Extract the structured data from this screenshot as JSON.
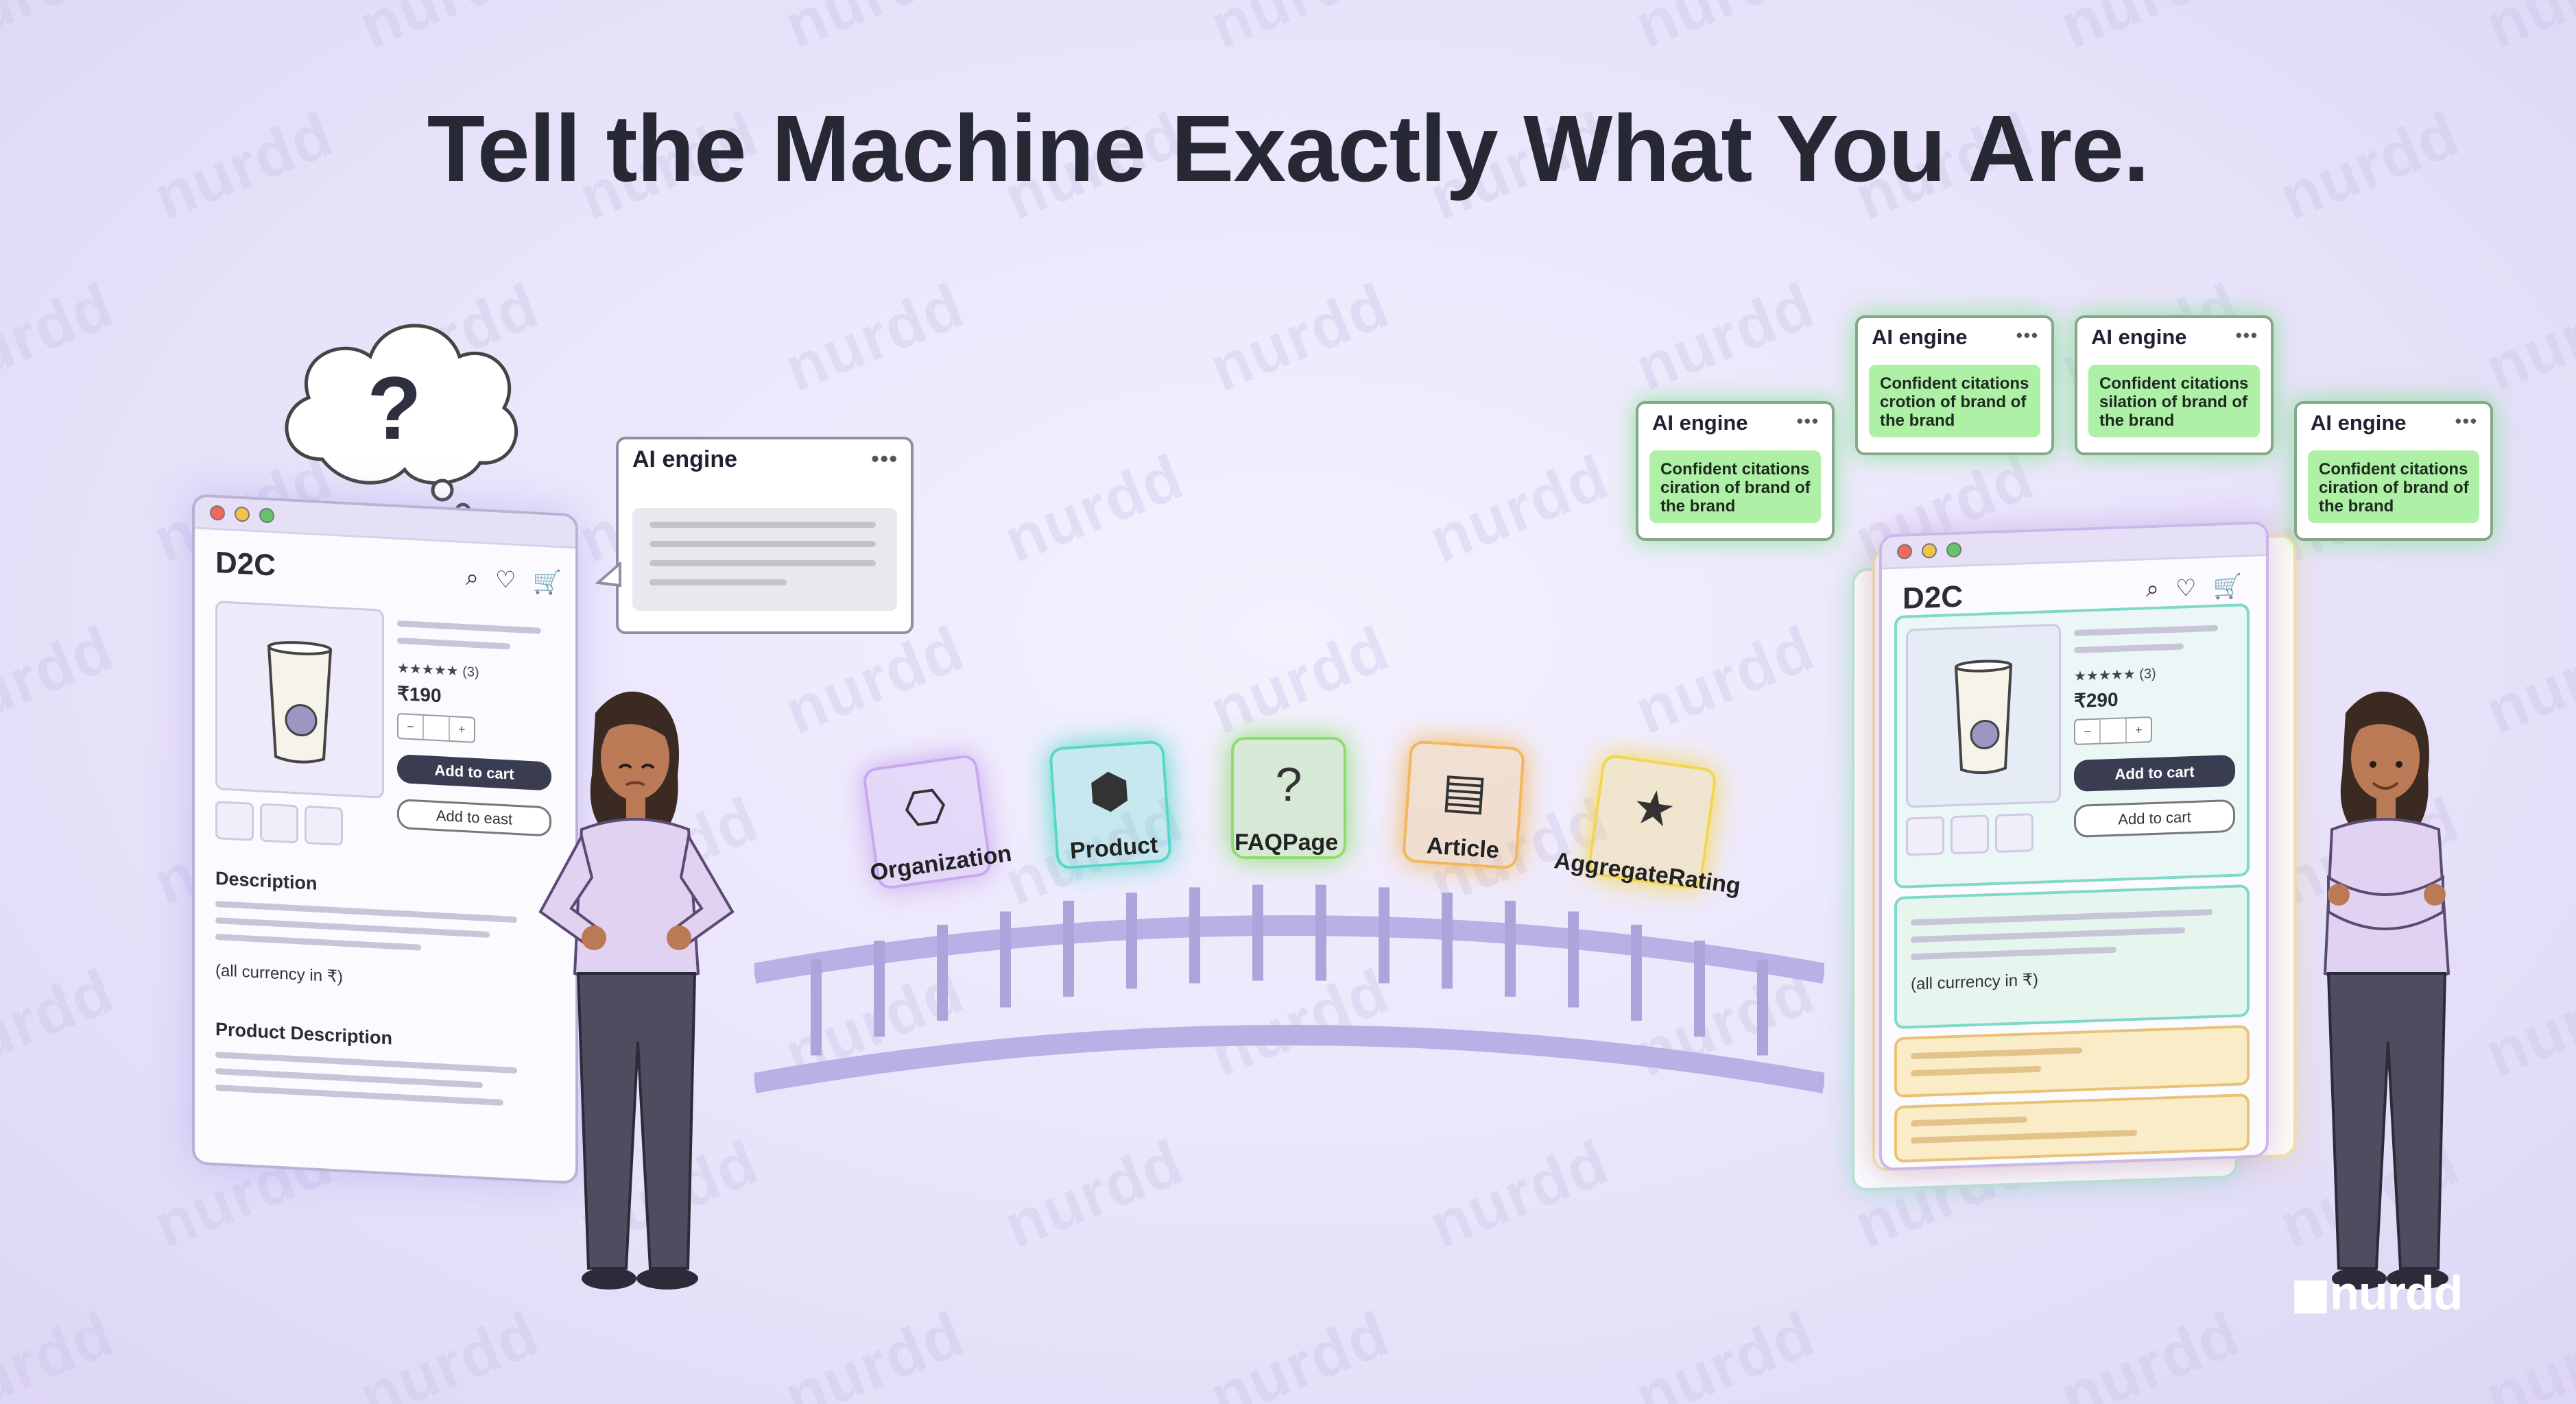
{
  "title": "Tell the Machine Exactly What You Are.",
  "watermark": "nurdd",
  "thought_bubble": {
    "symbol": "?"
  },
  "left_window": {
    "brand": "D2C",
    "rating": "★★★★★ (3)",
    "price": "₹190",
    "qty_minus": "−",
    "qty_plus": "+",
    "add_to_cart": "Add to cart",
    "add_to_east": "Add to east",
    "description_label": "Description",
    "currency_note": "(all currency in ₹)",
    "product_description_label": "Product Description"
  },
  "left_ai_card": {
    "title": "AI engine",
    "menu": "•••"
  },
  "schema_tiles": [
    {
      "label": "Organization",
      "icon": "org-chart-icon",
      "color": "#c8a8ee"
    },
    {
      "label": "Product",
      "icon": "box-icon",
      "color": "#56d8c8"
    },
    {
      "label": "FAQPage",
      "icon": "question-bubble-icon",
      "color": "#8fdc6e"
    },
    {
      "label": "Article",
      "icon": "document-icon",
      "color": "#f2b75a"
    },
    {
      "label": "AggregateRating",
      "icon": "star-icon",
      "color": "#f4d64e"
    }
  ],
  "right_ai_cards": [
    {
      "title": "AI engine",
      "menu": "•••",
      "text": "Confident citations ciration of brand of the brand"
    },
    {
      "title": "AI engine",
      "menu": "•••",
      "text": "Confident citations crotion of brand of the brand"
    },
    {
      "title": "AI engine",
      "menu": "•••",
      "text": "Confident citations silation of brand of the brand"
    },
    {
      "title": "AI engine",
      "menu": "•••",
      "text": "Confident citations ciration of brand of the brand"
    }
  ],
  "right_window": {
    "brand": "D2C",
    "rating": "★★★★★ (3)",
    "price": "₹290",
    "qty_minus": "−",
    "qty_plus": "+",
    "add_to_cart_dark": "Add to cart",
    "add_to_cart_light": "Add to cart",
    "currency_note": "(all currency in ₹)"
  },
  "logo": "nurdd",
  "colors": {
    "accent": "#8f7ee0",
    "green_glow": "#7be37f",
    "dark_button": "#3a3d52"
  }
}
